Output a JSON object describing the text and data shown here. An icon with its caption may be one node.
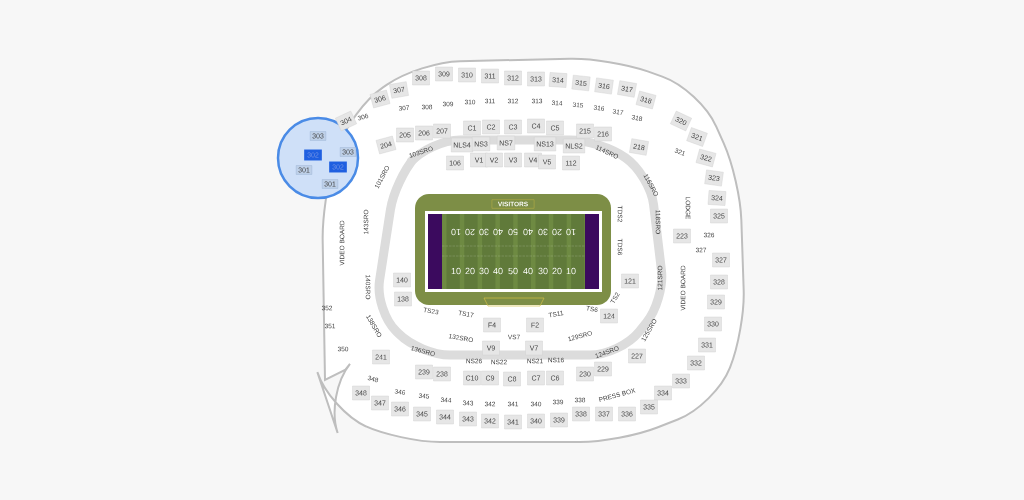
{
  "diagram": {
    "labels": [
      "308",
      "309",
      "310",
      "311",
      "312",
      "313",
      "314",
      "315",
      "316",
      "317",
      "306",
      "307",
      "318",
      "304",
      "320",
      "306",
      "307",
      "308",
      "309",
      "310",
      "311",
      "312",
      "313",
      "314",
      "315",
      "316",
      "317",
      "318",
      "303",
      "302",
      "303",
      "302",
      "301",
      "301",
      "205",
      "206",
      "207",
      "C1",
      "C2",
      "C3",
      "C4",
      "C5",
      "215",
      "216",
      "204",
      "218",
      "321",
      "321",
      "322",
      "NLS4",
      "NS3",
      "NS7",
      "NS13",
      "NLS2",
      "103SRO",
      "114SRO",
      "106",
      "V1",
      "V2",
      "V3",
      "V4",
      "V5",
      "112",
      "101SRO",
      "116SRO",
      "323",
      "324",
      "325",
      "LODGE",
      "143SRO",
      "118SRO",
      "TDS2",
      "VISITORS",
      "10",
      "20",
      "30",
      "40",
      "50",
      "40",
      "30",
      "20",
      "10",
      "VIDEO BOARD",
      "223",
      "326",
      "327",
      "TDS6",
      "327",
      "10",
      "20",
      "30",
      "40",
      "50",
      "40",
      "30",
      "20",
      "10",
      "140",
      "121",
      "121SRO",
      "140SRO",
      "VIDEO BOARD",
      "328",
      "138",
      "TS2",
      "329",
      "352",
      "TS23",
      "TS17",
      "TS11",
      "TS6",
      "138SRO",
      "124",
      "F4",
      "F2",
      "125SRO",
      "351",
      "330",
      "132SRO",
      "VS7",
      "129SRO",
      "V9",
      "V7",
      "331",
      "136SRO",
      "124SRO",
      "NS26",
      "NS22",
      "NS21",
      "NS16",
      "350",
      "241",
      "227",
      "332",
      "239",
      "238",
      "C10",
      "C9",
      "C8",
      "C7",
      "C6",
      "230",
      "229",
      "348",
      "333",
      "348",
      "346",
      "345",
      "344",
      "343",
      "342",
      "341",
      "340",
      "339",
      "338",
      "PRESS BOX",
      "334",
      "347",
      "346",
      "345",
      "344",
      "343",
      "342",
      "341",
      "340",
      "339",
      "338",
      "337",
      "336",
      "335"
    ]
  }
}
